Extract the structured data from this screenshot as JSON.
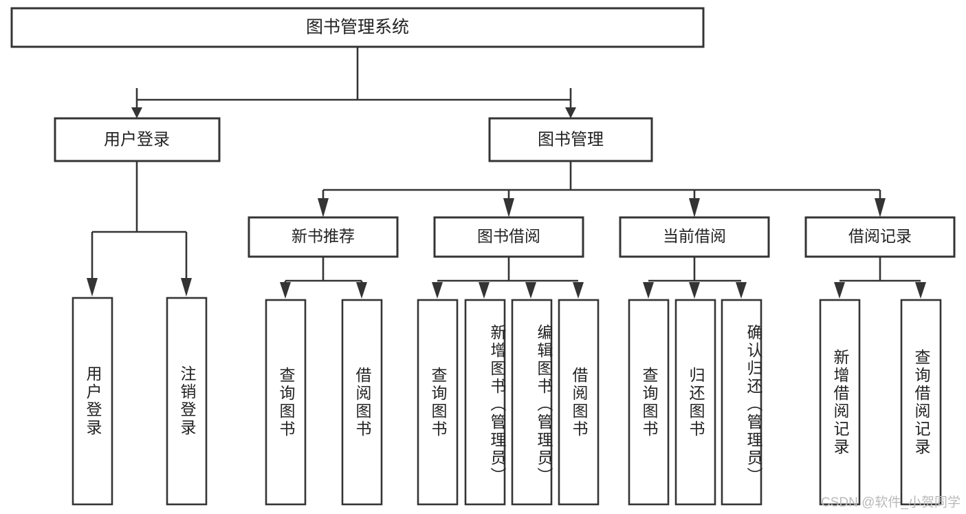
{
  "diagram": {
    "type": "tree",
    "title": "图书管理系统",
    "orientation": "top-down",
    "style": {
      "box_fill": "#ffffff",
      "box_stroke": "#343434",
      "text_color": "#222222",
      "watermark_color": "#b9b9b9",
      "background": "#ffffff"
    },
    "root": {
      "label": "图书管理系统"
    },
    "level1": [
      {
        "label": "用户登录"
      },
      {
        "label": "图书管理"
      }
    ],
    "level2": [
      {
        "label": "新书推荐"
      },
      {
        "label": "图书借阅"
      },
      {
        "label": "当前借阅"
      },
      {
        "label": "借阅记录"
      }
    ],
    "leaves": {
      "user_login": [
        {
          "label": "用户登录"
        },
        {
          "label": "注销登录"
        }
      ],
      "new_book_recommend": [
        {
          "label": "查询图书"
        },
        {
          "label": "借阅图书"
        }
      ],
      "book_borrow": [
        {
          "label": "查询图书"
        },
        {
          "label": "新增图书（管理员）"
        },
        {
          "label": "编辑图书（管理员）"
        },
        {
          "label": "借阅图书"
        }
      ],
      "current_borrow": [
        {
          "label": "查询图书"
        },
        {
          "label": "归还图书"
        },
        {
          "label": "确认归还（管理员）"
        }
      ],
      "borrow_record": [
        {
          "label": "新增借阅记录"
        },
        {
          "label": "查询借阅记录"
        }
      ]
    }
  },
  "watermark": {
    "text": "CSDN @软件_小贺同学"
  }
}
